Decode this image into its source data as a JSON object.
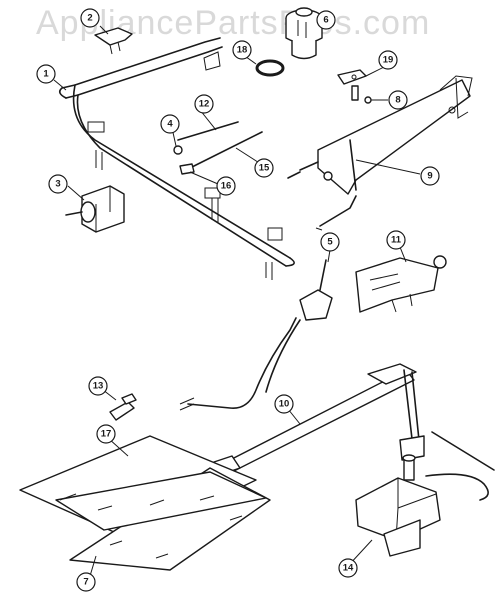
{
  "watermark": "AppliancePartsPros.com",
  "callouts": [
    {
      "id": "callout-1",
      "label": "1"
    },
    {
      "id": "callout-2",
      "label": "2"
    },
    {
      "id": "callout-3",
      "label": "3"
    },
    {
      "id": "callout-4",
      "label": "4"
    },
    {
      "id": "callout-5",
      "label": "5"
    },
    {
      "id": "callout-6",
      "label": "6"
    },
    {
      "id": "callout-7",
      "label": "7"
    },
    {
      "id": "callout-8",
      "label": "8"
    },
    {
      "id": "callout-9",
      "label": "9"
    },
    {
      "id": "callout-10",
      "label": "10"
    },
    {
      "id": "callout-11",
      "label": "11"
    },
    {
      "id": "callout-12",
      "label": "12"
    },
    {
      "id": "callout-13",
      "label": "13"
    },
    {
      "id": "callout-14",
      "label": "14"
    },
    {
      "id": "callout-15",
      "label": "15"
    },
    {
      "id": "callout-16",
      "label": "16"
    },
    {
      "id": "callout-17",
      "label": "17"
    },
    {
      "id": "callout-18",
      "label": "18"
    },
    {
      "id": "callout-19",
      "label": "19"
    }
  ]
}
